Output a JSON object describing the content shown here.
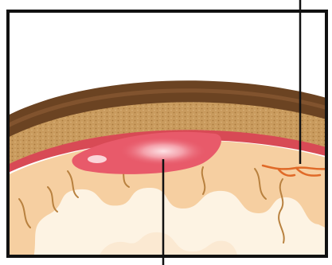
{
  "figure": {
    "kind": "anatomical-cross-section",
    "labels": []
  },
  "colors": {
    "skin": "#6b4322",
    "skin_light": "#8a5a33",
    "bone": "#c79a5c",
    "bone_speckle": "#a87a3f",
    "dura": "#d84a55",
    "hematoma": "#e85a6a",
    "hematoma_glow": "#f7b8bf",
    "brain": "#f6cfa1",
    "white_matter": "#fdf3e3",
    "sulci": "#b8813f",
    "vessel": "#e06a28",
    "frame": "#111111",
    "background": "#ffffff"
  },
  "pointers": [
    {
      "name": "leader-line-top",
      "target": "cerebral-vessel"
    },
    {
      "name": "leader-line-bottom",
      "target": "hematoma"
    }
  ]
}
